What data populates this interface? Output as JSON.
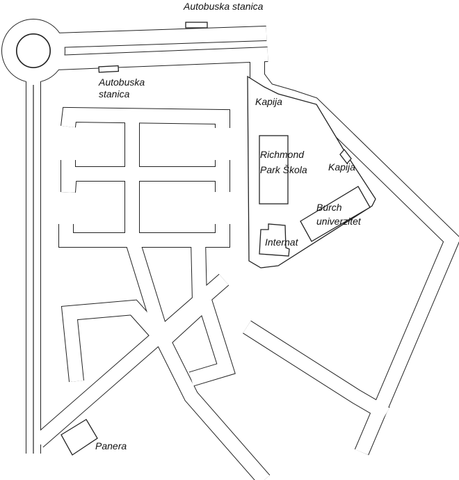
{
  "labels": {
    "bus_station_top": "Autobuska stanica",
    "bus_station_bottom": "Autobuska stanica",
    "gate_1": "Kapija",
    "gate_2": "Kapija",
    "school": "Richmond Park Škola",
    "university": "Burch univerzitet",
    "dormitory": "Internat",
    "panera": "Panera"
  },
  "colors": {
    "line": "#222222",
    "background": "#ffffff"
  }
}
